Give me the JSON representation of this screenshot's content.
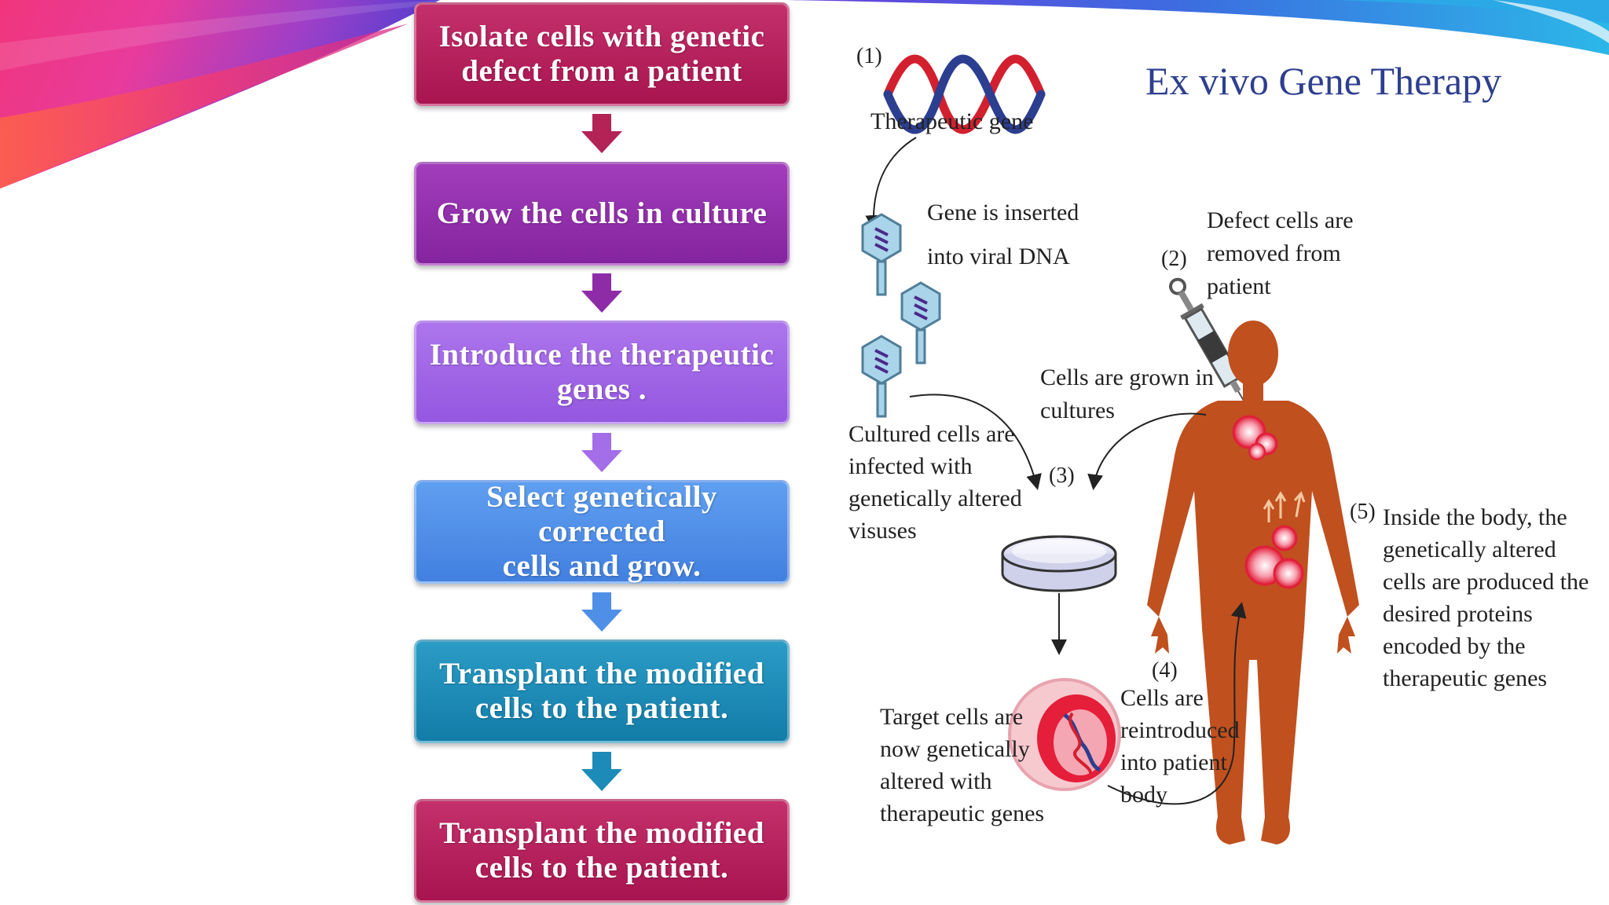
{
  "flowchart": {
    "steps": [
      {
        "label": "Isolate cells with genetic\ndefect from a patient",
        "color": "#b21e58"
      },
      {
        "label": "Grow the cells in culture",
        "color": "#8e2ca8"
      },
      {
        "label": "Introduce the therapeutic\ngenes .",
        "color": "#9f66e6"
      },
      {
        "label": "Select genetically corrected\ncells and grow.",
        "color": "#4f8fe8"
      },
      {
        "label": "Transplant the modified\ncells to the patient.",
        "color": "#1d8bb7"
      },
      {
        "label": "Transplant the modified\ncells to the patient.",
        "color": "#b21e58"
      }
    ]
  },
  "diagram": {
    "title": "Ex vivo Gene Therapy",
    "step1_number": "(1)",
    "therapeutic_gene_label": "Therapeutic gene",
    "gene_inserted_line1": "Gene is inserted",
    "gene_inserted_line2": "into viral DNA",
    "step2_number": "(2)",
    "defect_line1": "Defect cells are",
    "defect_line2": "removed from",
    "defect_line3": "patient",
    "grown_line1": "Cells are grown in",
    "grown_line2": "cultures",
    "step3_number": "(3)",
    "cultured_line1": "Cultured cells are",
    "cultured_line2": "infected with",
    "cultured_line3": "genetically altered",
    "cultured_line4": "visuses",
    "step5_number": "(5)",
    "inside_line1": "Inside the body, the",
    "inside_line2": "genetically altered",
    "inside_line3": "cells are produced the",
    "inside_line4": "desired proteins",
    "inside_line5": "encoded by the",
    "inside_line6": "therapeutic genes",
    "step4_number": "(4)",
    "reintro_line1": "Cells are",
    "reintro_line2": "reintroduced",
    "reintro_line3": "into patient",
    "reintro_line4": "body",
    "target_line1": "Target cells are",
    "target_line2": "now genetically",
    "target_line3": "altered with",
    "target_line4": "therapeutic genes",
    "title_color": "#2e3f8f",
    "body_color": "#c0501e"
  }
}
